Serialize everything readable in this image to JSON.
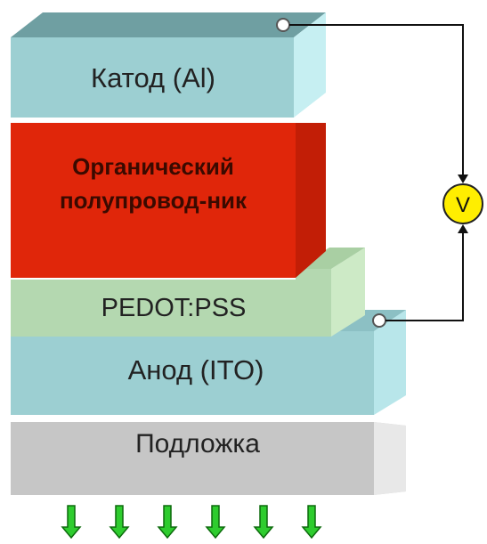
{
  "layers": {
    "cathode": {
      "label": "Катод (Al)",
      "color": "#9ccfd2"
    },
    "organic": {
      "label_line1": "Органический",
      "label_line2": "полупровод-ник",
      "color": "#e0260a"
    },
    "pedot": {
      "label": "PEDOT:PSS",
      "color": "#b4d8b0"
    },
    "anode": {
      "label": "Анод (ITO)",
      "color": "#9ccfd2"
    },
    "substrate": {
      "label": "Подложка",
      "color": "#c8c8c8"
    }
  },
  "voltmeter": {
    "label": "V",
    "color": "#ffee00"
  },
  "light": {
    "arrow_count": 6,
    "color": "#2ecc2e"
  }
}
